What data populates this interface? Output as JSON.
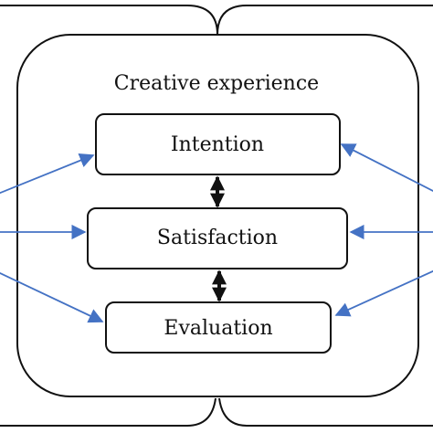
{
  "diagram": {
    "container_title": "Creative experience",
    "nodes": [
      {
        "id": "intention",
        "label": "Intention"
      },
      {
        "id": "satisfaction",
        "label": "Satisfaction"
      },
      {
        "id": "evaluation",
        "label": "Evaluation"
      }
    ],
    "bidirectional_links": [
      {
        "from": "intention",
        "to": "satisfaction"
      },
      {
        "from": "satisfaction",
        "to": "evaluation"
      }
    ],
    "incoming_arrows_left": [
      "intention",
      "satisfaction",
      "evaluation"
    ],
    "incoming_arrows_right": [
      "intention",
      "satisfaction",
      "evaluation"
    ]
  },
  "colors": {
    "outline": "#111111",
    "box_fill": "#ffffff",
    "arrow_blue": "#4472c4",
    "double_arrow": "#111111"
  }
}
